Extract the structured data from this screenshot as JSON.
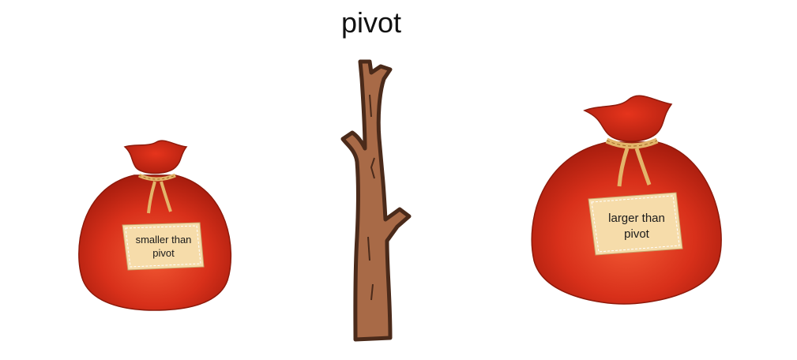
{
  "title": "pivot",
  "left_bag": {
    "label_line1": "smaller than",
    "label_line2": "pivot"
  },
  "right_bag": {
    "label_line1": "larger than",
    "label_line2": "pivot"
  },
  "colors": {
    "bag_red": "#d8301a",
    "bag_dark": "#a81d0e",
    "rope": "#e3b46a",
    "tag_fill": "#f6dcaa",
    "stick_fill": "#a86a47",
    "stick_outline": "#4a2a1a"
  },
  "icons": [
    "sack-icon",
    "stick-icon",
    "sack-icon"
  ]
}
